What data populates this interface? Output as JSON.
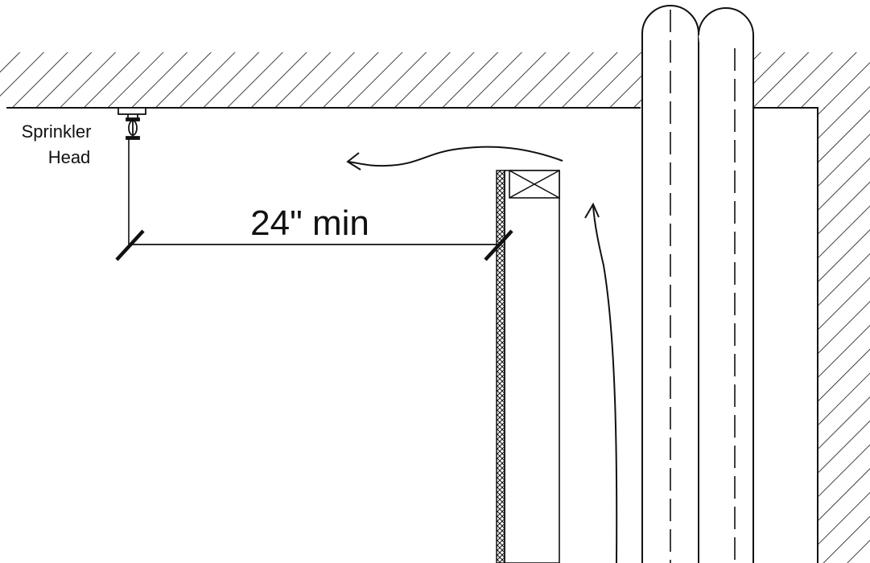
{
  "diagram": {
    "sprinkler_label_line1": "Sprinkler",
    "sprinkler_label_line2": "Head",
    "dimension_label": "24\" min",
    "colors": {
      "line": "#111111",
      "background": "#ffffff"
    }
  }
}
